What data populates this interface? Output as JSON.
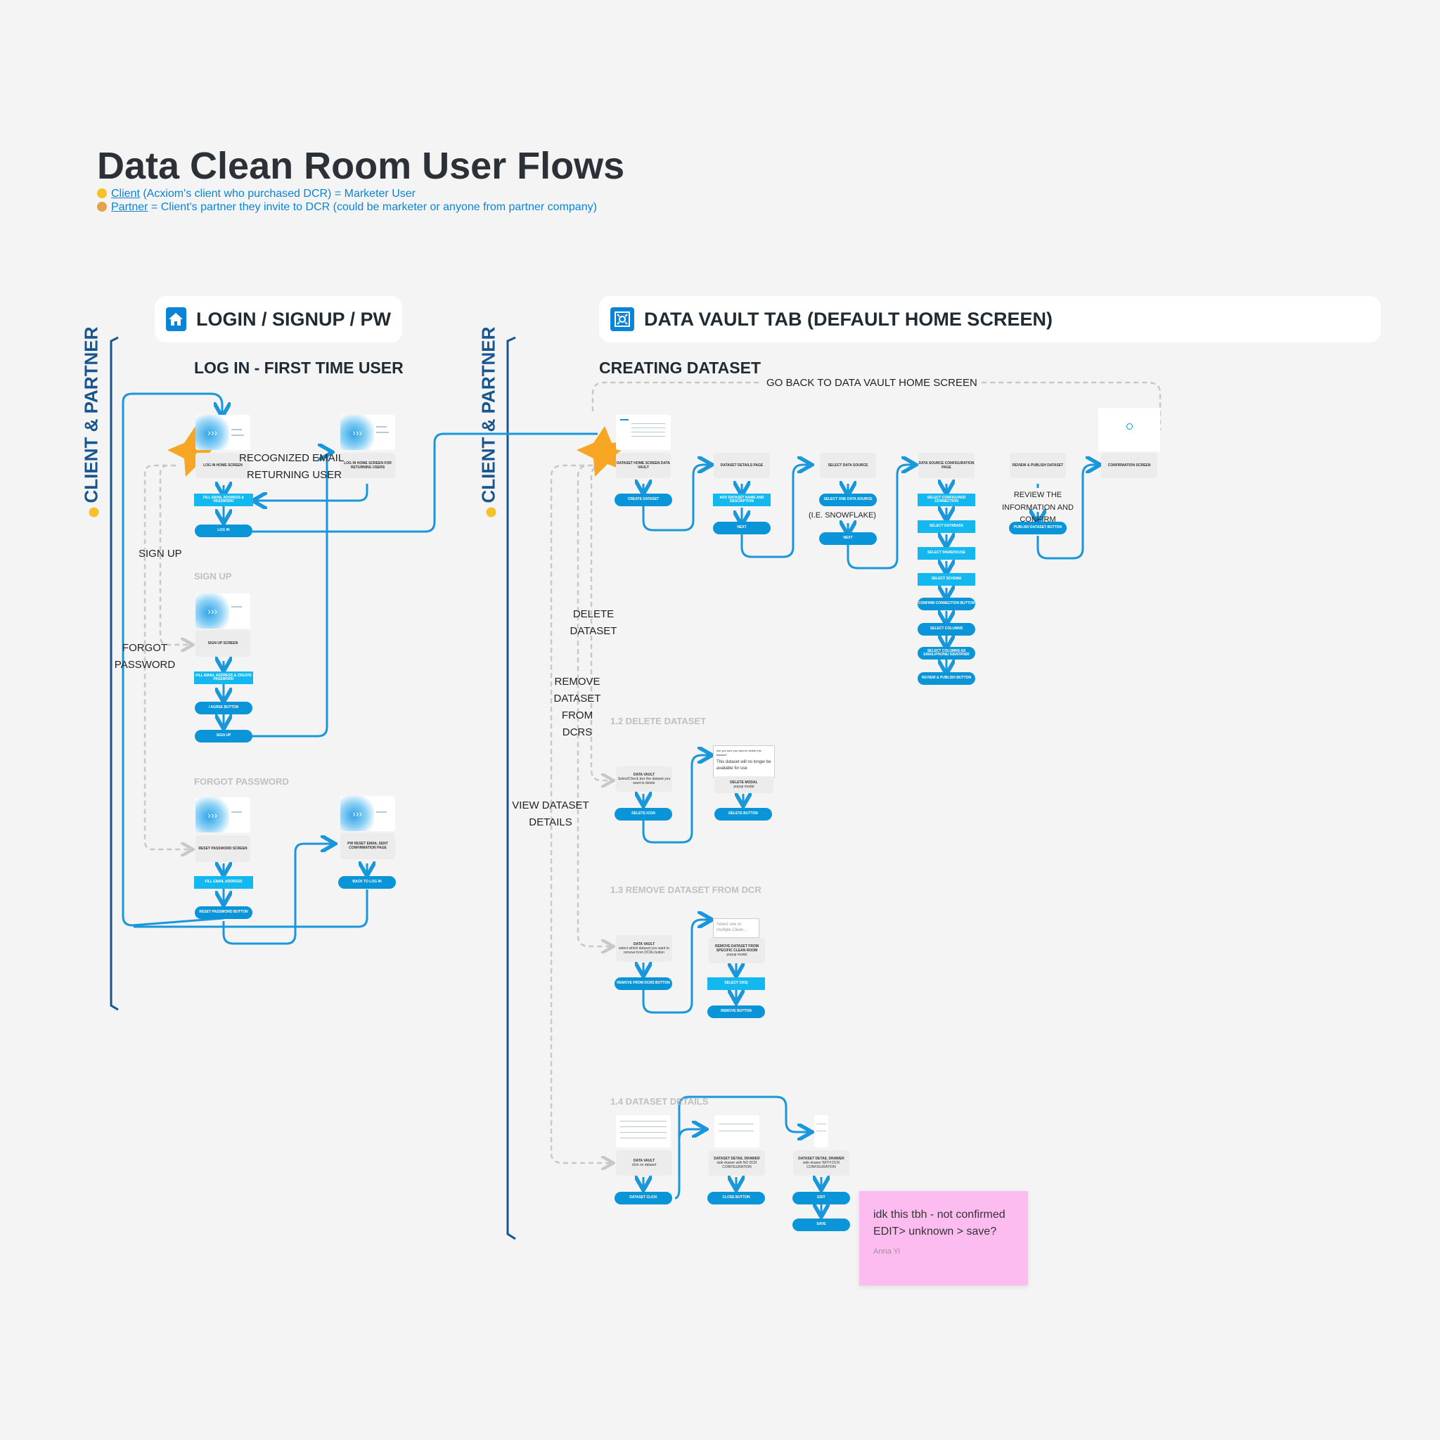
{
  "header": {
    "title": "Data Clean Room User Flows",
    "client_link": "Client",
    "client_text": " (Acxiom's client who purchased DCR) = Marketer User",
    "partner_link": "Partner",
    "partner_text": " = Client's partner they invite to DCR (could be marketer or anyone from partner company)"
  },
  "panels": {
    "login": "LOGIN / SIGNUP / PW",
    "vault": "DATA VAULT TAB (DEFAULT HOME SCREEN)"
  },
  "side_label": "CLIENT & PARTNER",
  "login_flow": {
    "heading": "LOG IN - FIRST TIME USER",
    "login_home": "LOG IN HOME SCREEN",
    "returning_home": "LOG IN HOME SCREEN FOR RETURNING USERS",
    "fill_email": "FILL EMAIL ADDRESS & PASSWORD",
    "login_btn": "LOG IN",
    "recognized": "RECOGNIZED EMAIL",
    "returning_user": "RETURNING USER",
    "sign_up_label": "SIGN UP",
    "forgot_label": "FORGOT PASSWORD"
  },
  "signup_flow": {
    "heading": "SIGN UP",
    "screen": "SIGN UP SCREEN",
    "fill": "FILL EMAIL ADDRESS & CREATE PASSWORD",
    "agree": "I AGREE BUTTON",
    "signup_btn": "SIGN UP"
  },
  "forgot_flow": {
    "heading": "FORGOT PASSWORD",
    "reset_screen": "RESET PASSWORD SCREEN",
    "fill_email": "FILL EMAIL ADDRESS",
    "reset_btn": "RESET PASSWORD BUTTON",
    "sent_page": "PW RESET EMAIL SENT CONFIRMATION PAGE",
    "back_btn": "BACK TO LOG IN"
  },
  "create_flow": {
    "heading": "CREATING DATASET",
    "go_back": "GO BACK TO DATA VAULT HOME SCREEN",
    "home": "DATASET HOME SCREEN DATA VAULT",
    "create_btn": "CREATE DATASET",
    "details_page": "DATASET DETAILS PAGE",
    "add_name": "ADD DATASET NAME AND DESCRIPTION",
    "next": "NEXT",
    "select_source": "SELECT DATA SOURCE",
    "select_one": "SELECT ONE DATA SOURCE",
    "snowflake": "(I.E. SNOWFLAKE)",
    "next2": "NEXT",
    "config_page": "DATA SOURCE CONFIGURATION PAGE",
    "config_steps": [
      "SELECT CONFIGURED CONNECTION",
      "SELECT DATABASE",
      "SELECT WAREHOUSE",
      "SELECT SCHEMA",
      "CONFIRM CONNECTION BUTTON",
      "SELECT COLUMNS",
      "SELECT COLUMNS AS EMAIL/PHONE/ IDENTIFIER",
      "REVIEW & PUBLISH BUTTON"
    ],
    "review_screen": "REVIEW & PUBLISH DATASET",
    "review_note": "REVIEW THE INFORMATION AND CONFIRM",
    "publish_btn": "PUBLISH DATASET BUTTON",
    "confirmation": "CONFIRMATION SCREEN"
  },
  "branch_labels": {
    "delete": "DELETE DATASET",
    "remove": "REMOVE DATASET FROM DCRS",
    "view": "VIEW DATASET DETAILS"
  },
  "delete_flow": {
    "heading": "1.2 DELETE DATASET",
    "vault": "DATA VAULT",
    "vault_desc": "Select/Check box the dataset you want to delete",
    "icon_btn": "DELETE ICON",
    "modal_q": "Are you sure you want to delete this dataset?",
    "modal_text": "This dataset will no longer be available for use",
    "modal_label": "DELETE MODAL",
    "modal_sub": "popup modal",
    "delete_btn": "DELETE BUTTON"
  },
  "remove_flow": {
    "heading": "1.3 REMOVE DATASET FROM DCR",
    "vault": "DATA VAULT",
    "vault_desc": "select which dataset you want to remove from DCRs button",
    "remove_btn": "REMOVE FROM DCRS BUTTON",
    "modal_text": "Select one or multiple Clean...",
    "modal_label": "REMOVE DATASET FROM SPECIFIC CLEAN ROOM",
    "modal_sub": "popup modal",
    "select_dcrs": "SELECT CRS)",
    "remove_final": "REMOVE BUTTON"
  },
  "details_flow": {
    "heading": "1.4 DATASET DETAILS",
    "vault": "DATA VAULT",
    "vault_desc": "click on dataset",
    "click_btn": "DATASET CLICK",
    "drawer_no": "DATASET DETAIL DRAWER",
    "drawer_no_desc": "side drawer with NO DCR CONFIGURATION",
    "close_btn": "CLOSE BUTTON",
    "drawer_with": "DATASET DETAIL DRAWER",
    "drawer_with_desc": "side drawer WITH DCR CONFIGURATION",
    "edit_btn": "EDIT",
    "save_btn": "SAVE"
  },
  "sticky": {
    "text": "idk this tbh - not confirmed EDIT> unknown > save?",
    "author": "Anna Yi"
  },
  "colors": {
    "accent": "#0a95d8",
    "step_rect": "#14b8f0",
    "flow_line": "#1a96db",
    "heading_blue": "#16558e",
    "sticky": "#fdbcf0",
    "star": "#f6a623"
  }
}
